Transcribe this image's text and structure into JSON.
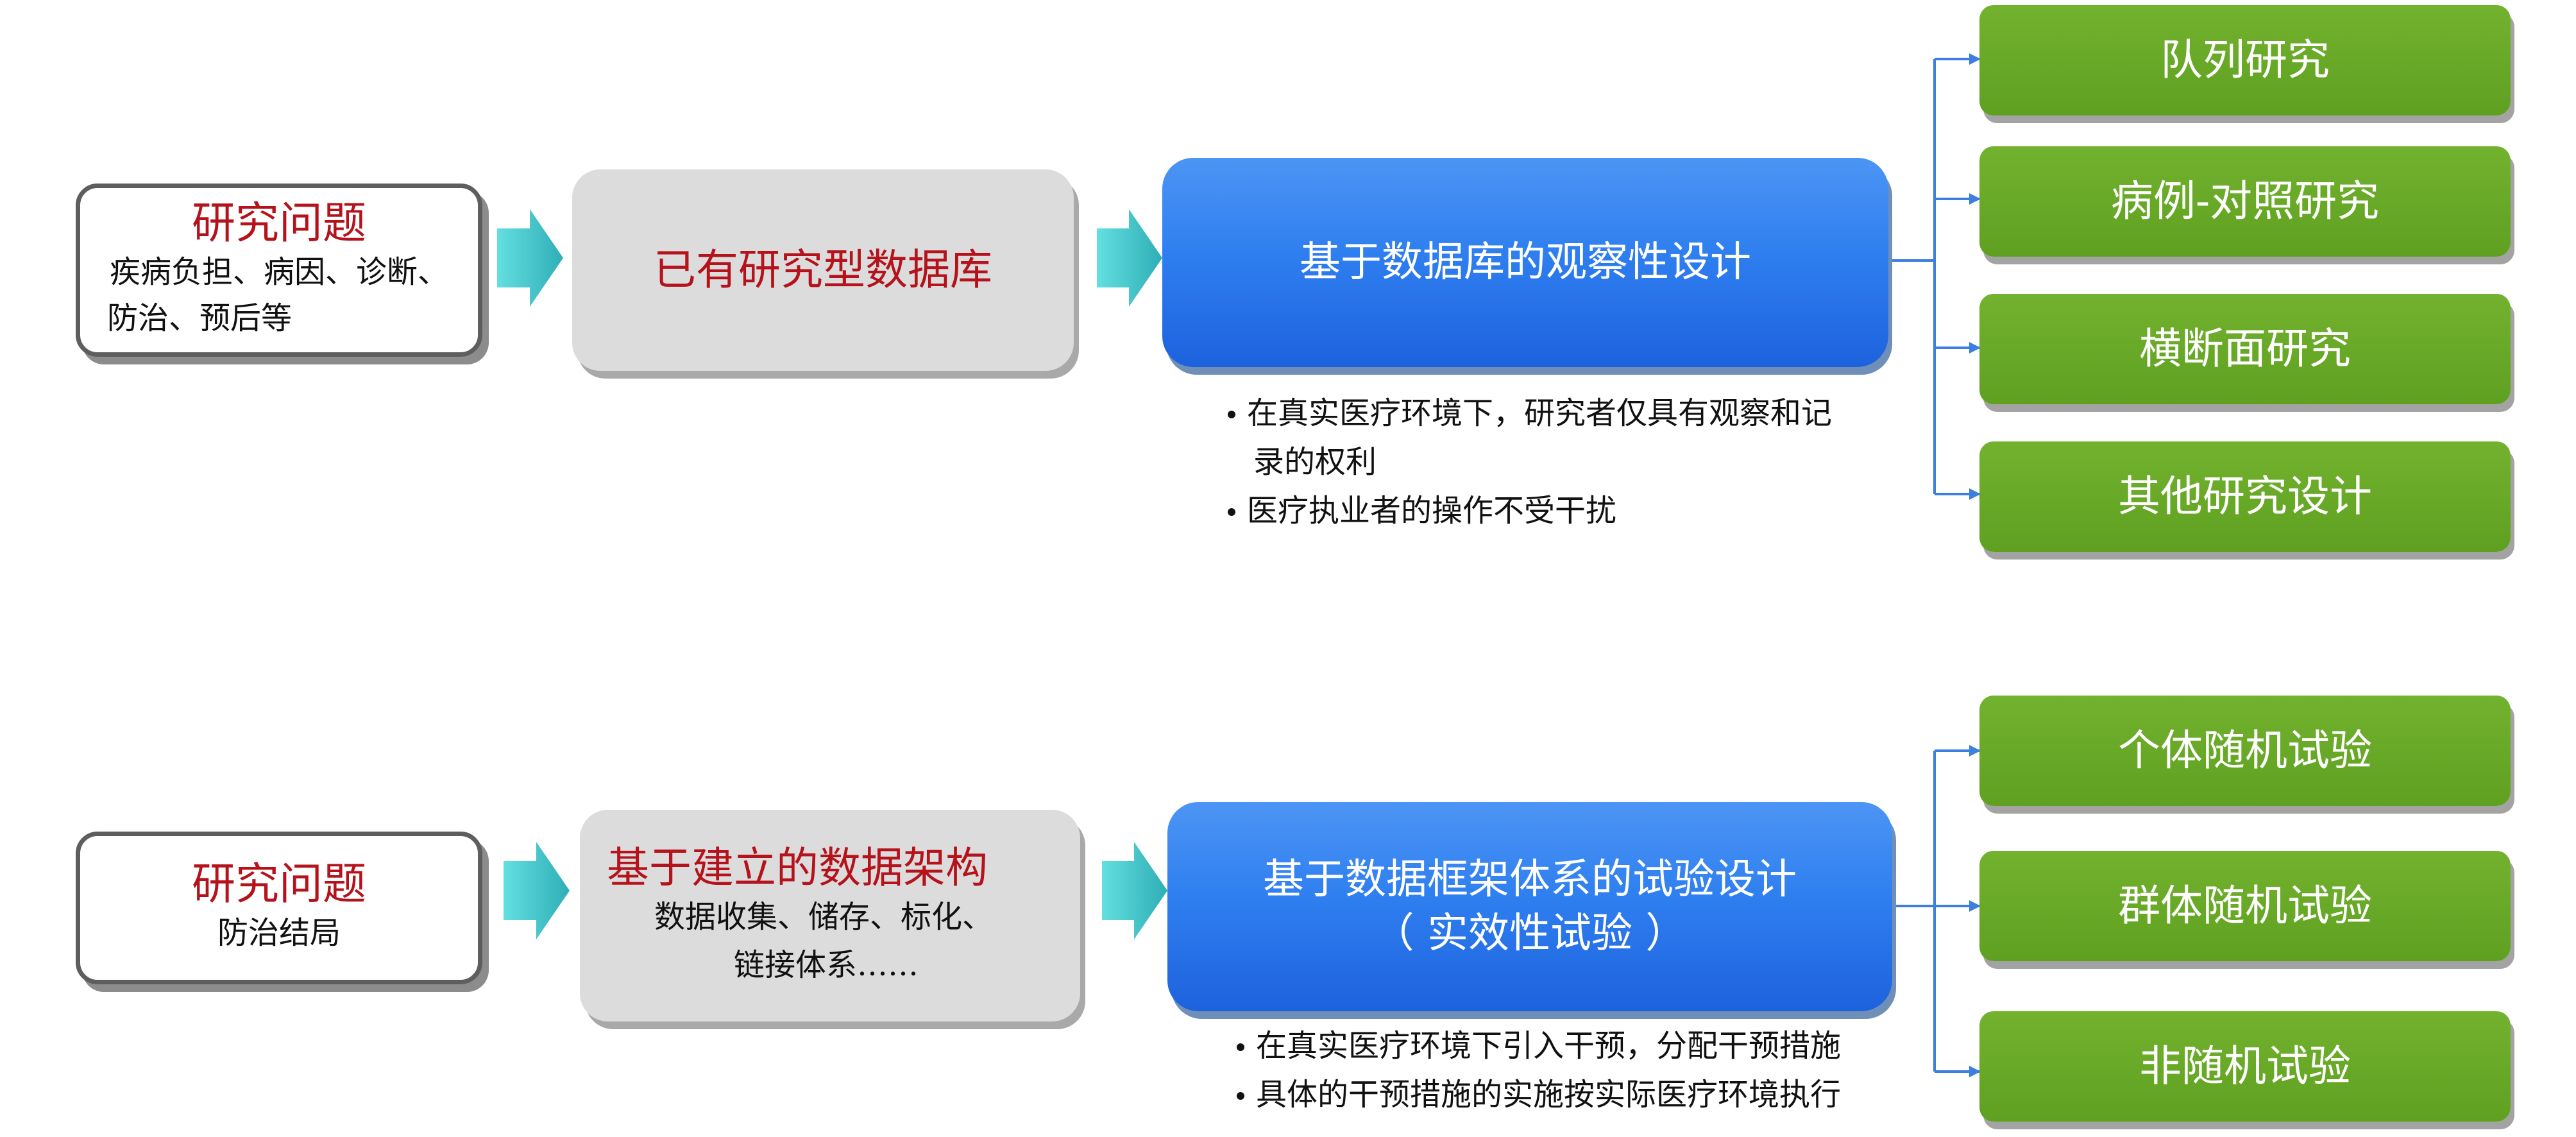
{
  "row1": {
    "question": {
      "title": "研究问题",
      "lines": [
        "疾病负担、病因、诊断、",
        "防治、预后等"
      ]
    },
    "database": {
      "title": "已有研究型数据库"
    },
    "design": {
      "title": "基于数据库的观察性设计"
    },
    "notes": [
      "在真实医疗环境下，研究者仅具有观察和记",
      "录的权利",
      "医疗执业者的操作不受干扰"
    ],
    "outcomes": [
      "队列研究",
      "病例-对照研究",
      "横断面研究",
      "其他研究设计"
    ]
  },
  "row2": {
    "question": {
      "title": "研究问题",
      "lines": [
        "防治结局"
      ]
    },
    "database": {
      "title": "基于建立的数据架构",
      "lines": [
        "数据收集、储存、标化、",
        "链接体系……"
      ]
    },
    "design": {
      "title": "基于数据框架体系的试验设计",
      "subtitle": "（ 实效性试验 ）"
    },
    "notes": [
      "在真实医疗环境下引入干预，分配干预措施",
      "具体的干预措施的实施按实际医疗环境执行"
    ],
    "outcomes": [
      "个体随机试验",
      "群体随机试验",
      "非随机试验"
    ]
  },
  "colors": {
    "question_title": "#b5121b",
    "database_fill": "#dcdcdc",
    "design_fill": "#2f7ff0",
    "outcome_fill": "#66a825",
    "arrow_fill": "#45c8cb",
    "connector": "#3d7fe0"
  }
}
